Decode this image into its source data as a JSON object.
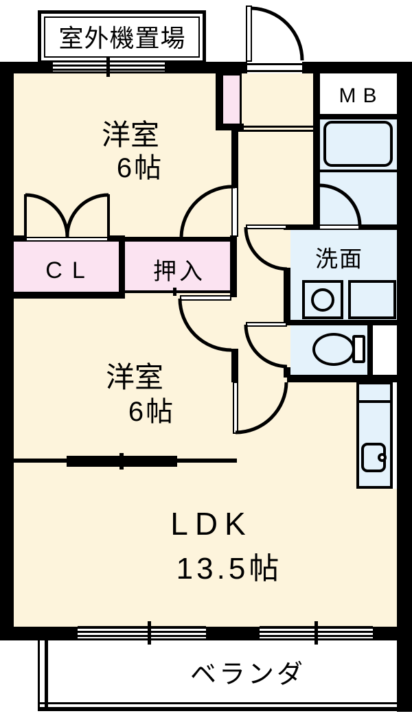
{
  "plan": {
    "title": "apartment-floor-plan-2LDK",
    "colors": {
      "floor_cream": "#FDF4DC",
      "storage_pink": "#FBE3F1",
      "wet_area_blue": "#E4F2FB",
      "wall_black": "#000000",
      "outside_white": "#FFFFFF"
    },
    "outdoor_unit": {
      "label": "室外機置場"
    },
    "meter_box": {
      "label": "MB"
    },
    "veranda": {
      "label": "ベランダ"
    },
    "rooms": {
      "bedroom1": {
        "name": "洋室",
        "size": "6帖"
      },
      "bedroom2": {
        "name": "洋室",
        "size": "6帖"
      },
      "ldk": {
        "name": "LDK",
        "size": "13.5帖"
      },
      "washroom": {
        "name": "洗面"
      },
      "closet": {
        "name": "CL"
      },
      "oshiire": {
        "name": "押入"
      }
    },
    "fixtures": [
      "bathtub-icon",
      "toilet-icon",
      "washing-machine-icon",
      "vanity-counter-icon",
      "kitchen-sink-icon",
      "shoe-cabinet-icon",
      "entry-door-swing-icon",
      "window-icon",
      "sliding-door-icon"
    ]
  }
}
